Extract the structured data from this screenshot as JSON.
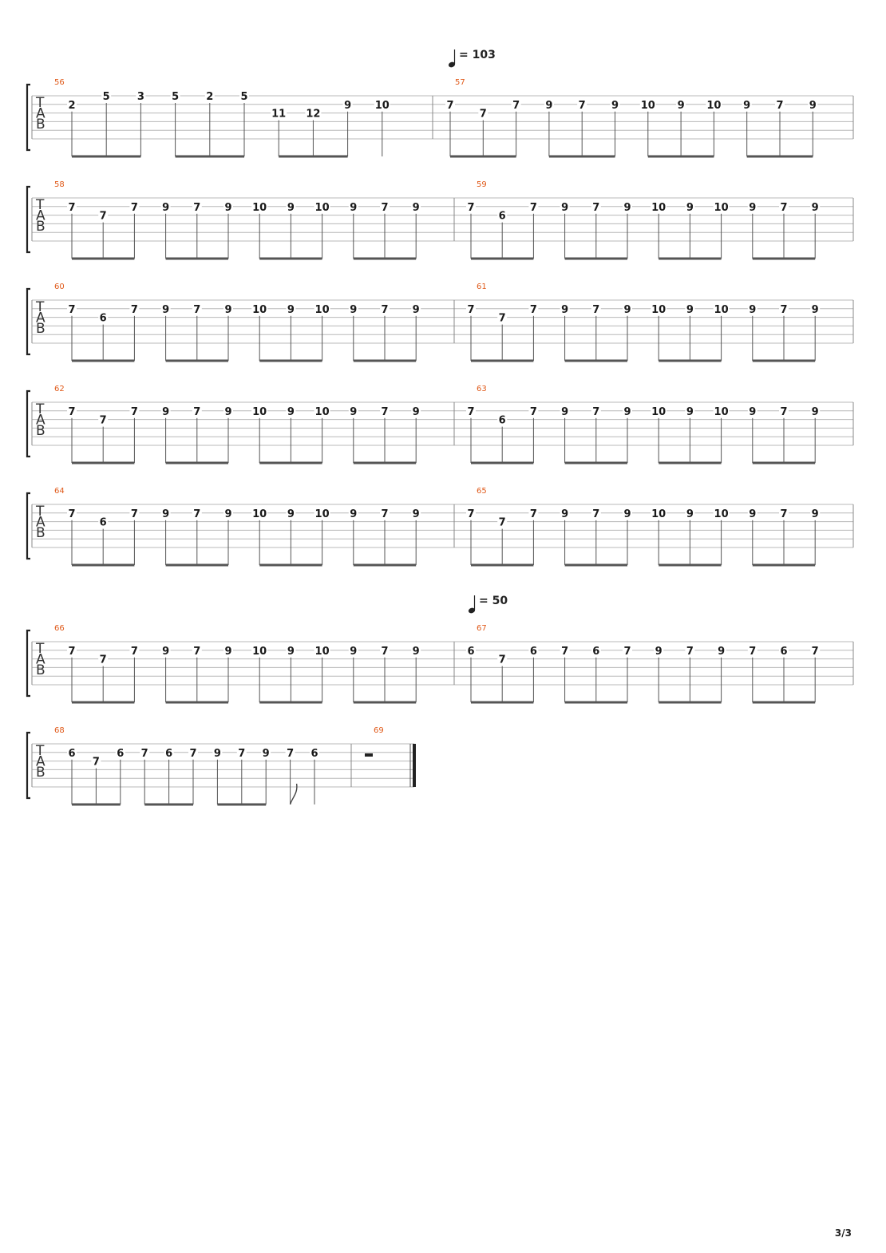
{
  "page": {
    "page_number": "3/3"
  },
  "tab_label": [
    "T",
    "A",
    "B"
  ],
  "systems": [
    {
      "tempo": "103",
      "measures": [
        {
          "number": "56",
          "notes": [
            [
              "2",
              2
            ],
            [
              "5",
              1
            ],
            [
              "3",
              1
            ],
            [
              "5",
              1
            ],
            [
              "2",
              1
            ],
            [
              "5",
              1
            ],
            [
              "11",
              3
            ],
            [
              "12",
              3
            ],
            [
              "9",
              2
            ],
            [
              "10",
              2
            ]
          ],
          "beams": [
            [
              0,
              2
            ],
            [
              3,
              5
            ],
            [
              6,
              8
            ]
          ]
        },
        {
          "number": "57",
          "notes": [
            [
              "7",
              2
            ],
            [
              "7",
              3
            ],
            [
              "7",
              2
            ],
            [
              "9",
              2
            ],
            [
              "7",
              2
            ],
            [
              "9",
              2
            ],
            [
              "10",
              2
            ],
            [
              "9",
              2
            ],
            [
              "10",
              2
            ],
            [
              "9",
              2
            ],
            [
              "7",
              2
            ],
            [
              "9",
              2
            ]
          ],
          "beams": [
            [
              0,
              2
            ],
            [
              3,
              5
            ],
            [
              6,
              8
            ],
            [
              9,
              11
            ]
          ]
        }
      ]
    },
    {
      "measures": [
        {
          "number": "58",
          "notes": [
            [
              "7",
              2
            ],
            [
              "7",
              3
            ],
            [
              "7",
              2
            ],
            [
              "9",
              2
            ],
            [
              "7",
              2
            ],
            [
              "9",
              2
            ],
            [
              "10",
              2
            ],
            [
              "9",
              2
            ],
            [
              "10",
              2
            ],
            [
              "9",
              2
            ],
            [
              "7",
              2
            ],
            [
              "9",
              2
            ]
          ],
          "beams": [
            [
              0,
              2
            ],
            [
              3,
              5
            ],
            [
              6,
              8
            ],
            [
              9,
              11
            ]
          ]
        },
        {
          "number": "59",
          "notes": [
            [
              "7",
              2
            ],
            [
              "6",
              3
            ],
            [
              "7",
              2
            ],
            [
              "9",
              2
            ],
            [
              "7",
              2
            ],
            [
              "9",
              2
            ],
            [
              "10",
              2
            ],
            [
              "9",
              2
            ],
            [
              "10",
              2
            ],
            [
              "9",
              2
            ],
            [
              "7",
              2
            ],
            [
              "9",
              2
            ]
          ],
          "beams": [
            [
              0,
              2
            ],
            [
              3,
              5
            ],
            [
              6,
              8
            ],
            [
              9,
              11
            ]
          ]
        }
      ]
    },
    {
      "measures": [
        {
          "number": "60",
          "notes": [
            [
              "7",
              2
            ],
            [
              "6",
              3
            ],
            [
              "7",
              2
            ],
            [
              "9",
              2
            ],
            [
              "7",
              2
            ],
            [
              "9",
              2
            ],
            [
              "10",
              2
            ],
            [
              "9",
              2
            ],
            [
              "10",
              2
            ],
            [
              "9",
              2
            ],
            [
              "7",
              2
            ],
            [
              "9",
              2
            ]
          ],
          "beams": [
            [
              0,
              2
            ],
            [
              3,
              5
            ],
            [
              6,
              8
            ],
            [
              9,
              11
            ]
          ]
        },
        {
          "number": "61",
          "notes": [
            [
              "7",
              2
            ],
            [
              "7",
              3
            ],
            [
              "7",
              2
            ],
            [
              "9",
              2
            ],
            [
              "7",
              2
            ],
            [
              "9",
              2
            ],
            [
              "10",
              2
            ],
            [
              "9",
              2
            ],
            [
              "10",
              2
            ],
            [
              "9",
              2
            ],
            [
              "7",
              2
            ],
            [
              "9",
              2
            ]
          ],
          "beams": [
            [
              0,
              2
            ],
            [
              3,
              5
            ],
            [
              6,
              8
            ],
            [
              9,
              11
            ]
          ]
        }
      ]
    },
    {
      "measures": [
        {
          "number": "62",
          "notes": [
            [
              "7",
              2
            ],
            [
              "7",
              3
            ],
            [
              "7",
              2
            ],
            [
              "9",
              2
            ],
            [
              "7",
              2
            ],
            [
              "9",
              2
            ],
            [
              "10",
              2
            ],
            [
              "9",
              2
            ],
            [
              "10",
              2
            ],
            [
              "9",
              2
            ],
            [
              "7",
              2
            ],
            [
              "9",
              2
            ]
          ],
          "beams": [
            [
              0,
              2
            ],
            [
              3,
              5
            ],
            [
              6,
              8
            ],
            [
              9,
              11
            ]
          ]
        },
        {
          "number": "63",
          "notes": [
            [
              "7",
              2
            ],
            [
              "6",
              3
            ],
            [
              "7",
              2
            ],
            [
              "9",
              2
            ],
            [
              "7",
              2
            ],
            [
              "9",
              2
            ],
            [
              "10",
              2
            ],
            [
              "9",
              2
            ],
            [
              "10",
              2
            ],
            [
              "9",
              2
            ],
            [
              "7",
              2
            ],
            [
              "9",
              2
            ]
          ],
          "beams": [
            [
              0,
              2
            ],
            [
              3,
              5
            ],
            [
              6,
              8
            ],
            [
              9,
              11
            ]
          ]
        }
      ]
    },
    {
      "measures": [
        {
          "number": "64",
          "notes": [
            [
              "7",
              2
            ],
            [
              "6",
              3
            ],
            [
              "7",
              2
            ],
            [
              "9",
              2
            ],
            [
              "7",
              2
            ],
            [
              "9",
              2
            ],
            [
              "10",
              2
            ],
            [
              "9",
              2
            ],
            [
              "10",
              2
            ],
            [
              "9",
              2
            ],
            [
              "7",
              2
            ],
            [
              "9",
              2
            ]
          ],
          "beams": [
            [
              0,
              2
            ],
            [
              3,
              5
            ],
            [
              6,
              8
            ],
            [
              9,
              11
            ]
          ]
        },
        {
          "number": "65",
          "notes": [
            [
              "7",
              2
            ],
            [
              "7",
              3
            ],
            [
              "7",
              2
            ],
            [
              "9",
              2
            ],
            [
              "7",
              2
            ],
            [
              "9",
              2
            ],
            [
              "10",
              2
            ],
            [
              "9",
              2
            ],
            [
              "10",
              2
            ],
            [
              "9",
              2
            ],
            [
              "7",
              2
            ],
            [
              "9",
              2
            ]
          ],
          "beams": [
            [
              0,
              2
            ],
            [
              3,
              5
            ],
            [
              6,
              8
            ],
            [
              9,
              11
            ]
          ]
        }
      ]
    },
    {
      "tempo": "50",
      "measures": [
        {
          "number": "66",
          "notes": [
            [
              "7",
              2
            ],
            [
              "7",
              3
            ],
            [
              "7",
              2
            ],
            [
              "9",
              2
            ],
            [
              "7",
              2
            ],
            [
              "9",
              2
            ],
            [
              "10",
              2
            ],
            [
              "9",
              2
            ],
            [
              "10",
              2
            ],
            [
              "9",
              2
            ],
            [
              "7",
              2
            ],
            [
              "9",
              2
            ]
          ],
          "beams": [
            [
              0,
              2
            ],
            [
              3,
              5
            ],
            [
              6,
              8
            ],
            [
              9,
              11
            ]
          ]
        },
        {
          "number": "67",
          "notes": [
            [
              "6",
              2
            ],
            [
              "7",
              3
            ],
            [
              "6",
              2
            ],
            [
              "7",
              2
            ],
            [
              "6",
              2
            ],
            [
              "7",
              2
            ],
            [
              "9",
              2
            ],
            [
              "7",
              2
            ],
            [
              "9",
              2
            ],
            [
              "7",
              2
            ],
            [
              "6",
              2
            ],
            [
              "7",
              2
            ]
          ],
          "beams": [
            [
              0,
              2
            ],
            [
              3,
              5
            ],
            [
              6,
              8
            ],
            [
              9,
              11
            ]
          ]
        }
      ]
    },
    {
      "measures": [
        {
          "number": "68",
          "notes": [
            [
              "6",
              2
            ],
            [
              "7",
              3
            ],
            [
              "6",
              2
            ],
            [
              "7",
              2
            ],
            [
              "6",
              2
            ],
            [
              "7",
              2
            ],
            [
              "9",
              2
            ],
            [
              "7",
              2
            ],
            [
              "9",
              2
            ],
            [
              "7",
              2
            ],
            [
              "6",
              2
            ]
          ],
          "beams": [
            [
              0,
              2
            ],
            [
              3,
              5
            ],
            [
              6,
              8
            ]
          ],
          "flag_note": 9
        },
        {
          "number": "69",
          "notes": [],
          "beams": [],
          "rest": "half",
          "final_barline": true
        }
      ]
    }
  ]
}
